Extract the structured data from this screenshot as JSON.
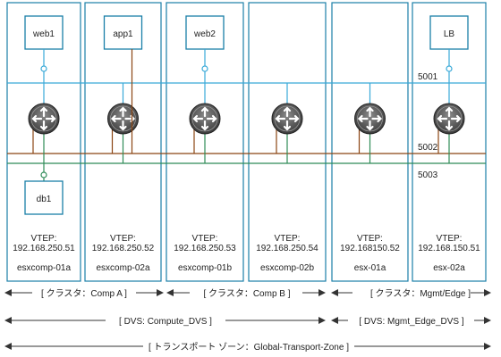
{
  "hosts": [
    {
      "vm_top": "web1",
      "vm_bottom": "db1",
      "vtep_label": "VTEP:",
      "ip": "192.168.250.51",
      "name": "esxcomp-01a"
    },
    {
      "vm_top": "app1",
      "vm_bottom": "",
      "vtep_label": "VTEP:",
      "ip": "192.168.250.52",
      "name": "esxcomp-02a"
    },
    {
      "vm_top": "web2",
      "vm_bottom": "",
      "vtep_label": "VTEP:",
      "ip": "192.168.250.53",
      "name": "esxcomp-01b"
    },
    {
      "vm_top": "",
      "vm_bottom": "",
      "vtep_label": "VTEP:",
      "ip": "192.168.250.54",
      "name": "esxcomp-02b"
    },
    {
      "vm_top": "",
      "vm_bottom": "",
      "vtep_label": "VTEP:",
      "ip": "192.168150.52",
      "name": "esx-01a"
    },
    {
      "vm_top": "LB",
      "vm_bottom": "",
      "vtep_label": "VTEP:",
      "ip": "192.168.150.51",
      "name": "esx-02a"
    }
  ],
  "segments": [
    {
      "id": "5001",
      "color": "#38a9d8"
    },
    {
      "id": "5002",
      "color": "#8b4513"
    },
    {
      "id": "5003",
      "color": "#2e8b57"
    }
  ],
  "clusters": [
    {
      "label": "[ クラスタ：Comp A ]"
    },
    {
      "label": "[ クラスタ：Comp B ]"
    },
    {
      "label": "[ クラスタ：Mgmt/Edge ]"
    }
  ],
  "dvs": [
    {
      "label": "[ DVS: Compute_DVS ]"
    },
    {
      "label": "[ DVS: Mgmt_Edge_DVS ]"
    }
  ],
  "transport_zone": {
    "label": "[ トランスポート ゾーン：Global-Transport-Zone ]"
  },
  "colors": {
    "frame": "#1a7fa8",
    "router": "#555555"
  }
}
